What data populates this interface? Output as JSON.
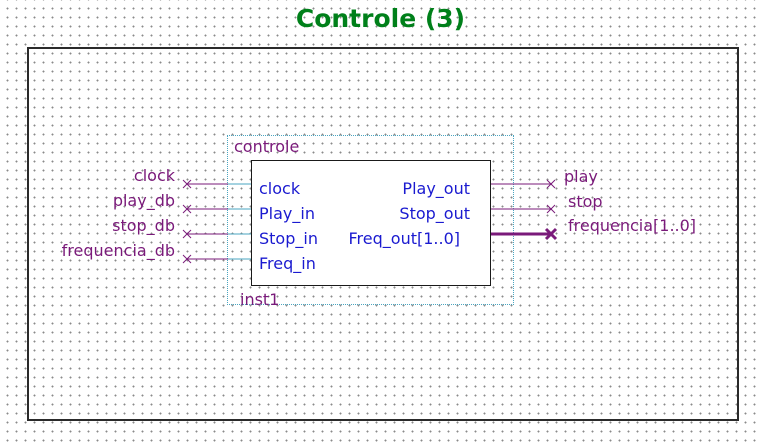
{
  "title": "Controle (3)",
  "block": {
    "entity": "controle",
    "instance": "inst1",
    "inputs": [
      "clock",
      "Play_in",
      "Stop_in",
      "Freq_in"
    ],
    "outputs": [
      "Play_out",
      "Stop_out",
      "Freq_out[1..0]"
    ]
  },
  "input_pins": [
    "clock",
    "play_db",
    "stop_db",
    "frequencia_db"
  ],
  "output_pins": [
    "play",
    "stop",
    "frequencia[1..0]"
  ],
  "colors": {
    "title": "#00801a",
    "pin_label": "#7a1a7a",
    "port_label": "#1a1ad0",
    "wire_in": "#4aa5c0",
    "wire_pin": "#7a1a7a"
  }
}
